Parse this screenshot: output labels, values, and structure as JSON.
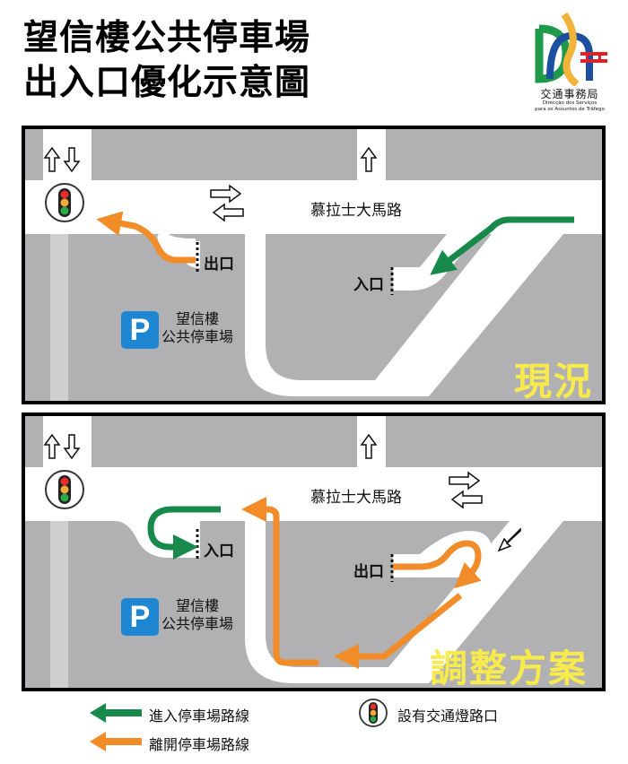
{
  "header": {
    "title_line1": "望信樓公共停車場",
    "title_line2": "出入口優化示意圖"
  },
  "logo": {
    "name_cn": "交通事務局",
    "name_pt_line1": "Direcção dos Serviços",
    "name_pt_line2": "para os Assuntos de Tráfego",
    "colors": {
      "green": "#1f9a4a",
      "blue": "#1d4fa0",
      "yellow": "#f2b33a",
      "red": "#d8252b"
    }
  },
  "colors": {
    "ground": "#b1b1b3",
    "road": "#ffffff",
    "sidewalk_strip": "#cdcfd1",
    "enter_route": "#17894a",
    "exit_route": "#f28c28",
    "status_label": "#f7ea4d",
    "parking_sign": "#1f86d2"
  },
  "panels": [
    {
      "id": "current",
      "status_label": "現況",
      "road_name": "慕拉士大馬路",
      "exit_label": "出口",
      "entrance_label": "入口",
      "parking_name_line1": "望信樓",
      "parking_name_line2": "公共停車場",
      "parking_icon": "P"
    },
    {
      "id": "adjusted",
      "status_label": "調整方案",
      "road_name": "慕拉士大馬路",
      "exit_label": "出口",
      "entrance_label": "入口",
      "parking_name_line1": "望信樓",
      "parking_name_line2": "公共停車場",
      "parking_icon": "P"
    }
  ],
  "legend": {
    "enter_route": "進入停車場路線",
    "exit_route": "離開停車場路線",
    "traffic_light": "設有交通燈路口"
  }
}
